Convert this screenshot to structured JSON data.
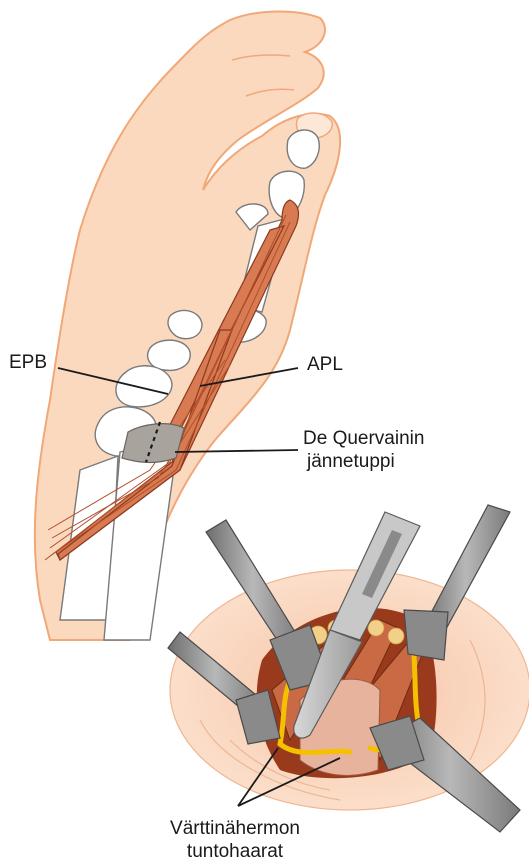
{
  "labels": {
    "epb": "EPB",
    "apl": "APL",
    "sheath_line1": "De Quervainin",
    "sheath_line2": "jännetuppi",
    "nerve_line1": "Värttinähermon",
    "nerve_line2": "tuntohaarat"
  },
  "colors": {
    "skin": "#fbd9bf",
    "skin_outline": "#f0a878",
    "tendon": "#d87a52",
    "tendon_outline": "#8a3a20",
    "sheath": "#a9a39d",
    "retractor": "#8a8a8a",
    "retractor_light": "#c9c9c9",
    "nerve": "#f5c000",
    "wound_deep": "#9a3a1c"
  }
}
